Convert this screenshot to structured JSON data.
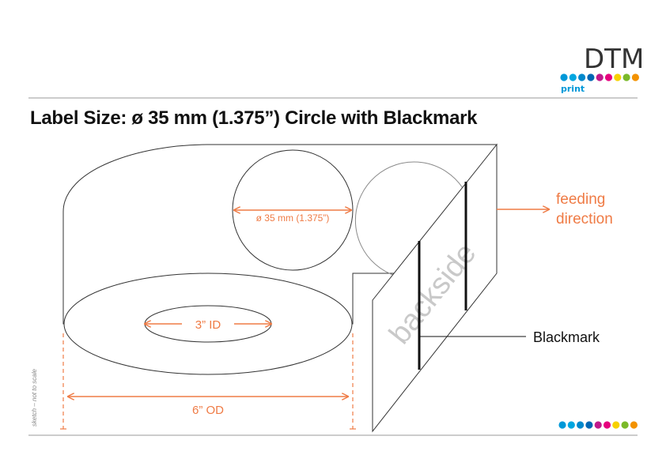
{
  "brand": {
    "name": "DTM",
    "sub": "print",
    "dot_colors": [
      "#0098d8",
      "#00a6e0",
      "#0088cc",
      "#0066b3",
      "#c0198c",
      "#e6007e",
      "#f7d100",
      "#7ab929",
      "#f39200"
    ]
  },
  "title": "Label Size: ø 35 mm (1.375”) Circle with Blackmark",
  "diagram": {
    "label_diameter": "ø 35 mm (1.375”)",
    "inner_diameter": "3” ID",
    "outer_diameter": "6” OD",
    "feed_line1": "feeding",
    "feed_line2": "direction",
    "backside": "backside",
    "blackmark": "Blackmark",
    "note": "sketch – not to scale"
  },
  "colors": {
    "accent": "#ef7b45",
    "outline": "#333333",
    "rule": "#999999"
  }
}
